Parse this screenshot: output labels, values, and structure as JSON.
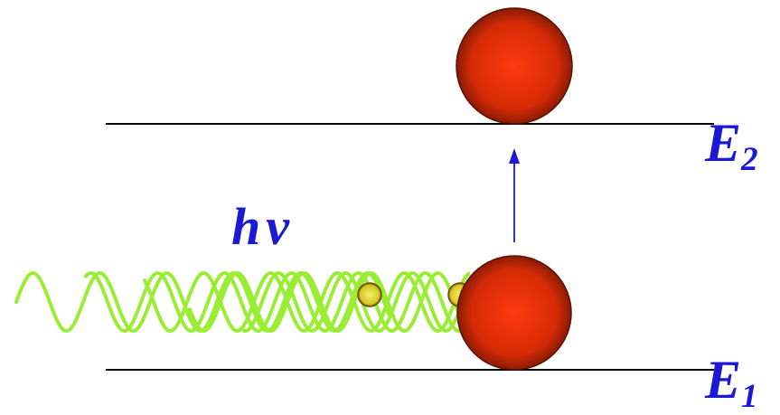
{
  "levels": {
    "upper": {
      "symbol": "E",
      "index": "2"
    },
    "lower": {
      "symbol": "E",
      "index": "1"
    }
  },
  "photon": {
    "label": "hν"
  },
  "colors": {
    "label": "#1a1ad6",
    "arrow": "#1a1ad6",
    "wave": "#99ee33",
    "atom_core": "#ff3a10",
    "atom_edge": "#8a1c04",
    "level_line": "#000000"
  }
}
